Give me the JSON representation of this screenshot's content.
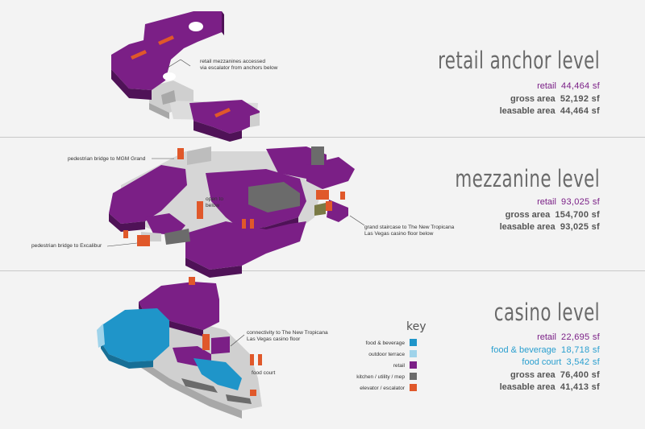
{
  "levels": {
    "retail_anchor": {
      "title": "retail anchor level",
      "stats": [
        {
          "label": "retail",
          "value": "44,464 sf",
          "color": "#7a1f86"
        },
        {
          "label": "gross area",
          "value": "52,192 sf",
          "color": "#555555"
        },
        {
          "label": "leasable area",
          "value": "44,464 sf",
          "color": "#555555"
        }
      ],
      "annotations": [
        "retail mezzanines accessed",
        "via escalator from anchors below"
      ]
    },
    "mezzanine": {
      "title": "mezzanine level",
      "stats": [
        {
          "label": "retail",
          "value": "93,025 sf",
          "color": "#7a1f86"
        },
        {
          "label": "gross area",
          "value": "154,700 sf",
          "color": "#555555"
        },
        {
          "label": "leasable area",
          "value": "93,025 sf",
          "color": "#555555"
        }
      ],
      "annotations": {
        "bridge_mgm": "pedestrian bridge to MGM Grand",
        "open_below_1": "open to",
        "open_below_2": "below",
        "staircase_1": "grand staircase to The New Tropicana",
        "staircase_2": "Las Vegas casino floor below",
        "bridge_excalibur": "pedestrian bridge to Excalibur"
      }
    },
    "casino": {
      "title": "casino level",
      "stats": [
        {
          "label": "retail",
          "value": "22,695 sf",
          "color": "#7a1f86"
        },
        {
          "label": "food & beverage",
          "value": "18,718 sf",
          "color": "#2a9fcf"
        },
        {
          "label": "food court",
          "value": "3,542 sf",
          "color": "#2a9fcf"
        },
        {
          "label": "gross area",
          "value": "76,400 sf",
          "color": "#555555"
        },
        {
          "label": "leasable area",
          "value": "41,413 sf",
          "color": "#555555"
        }
      ],
      "annotations": {
        "connect_1": "connectivity to The New Tropicana",
        "connect_2": "Las Vegas casino floor",
        "food_court": "food court"
      }
    }
  },
  "key": {
    "title": "key",
    "items": [
      {
        "label": "food & beverage",
        "color": "#1f95c9"
      },
      {
        "label": "outdoor terrace",
        "color": "#9fd3ea"
      },
      {
        "label": "retail",
        "color": "#7b1f86"
      },
      {
        "label": "kitchen / utility / mep",
        "color": "#6b6b6b"
      },
      {
        "label": "elevator / escalator",
        "color": "#e0582a"
      }
    ]
  },
  "colors": {
    "retail": "#7b1f86",
    "retail_dark": "#4f1257",
    "gray": "#cfcfcf",
    "gray_dark": "#a8a8a8",
    "kitchen": "#6b6b6b",
    "elevator": "#e0582a",
    "food": "#1f95c9",
    "terrace": "#9fd3ea"
  }
}
